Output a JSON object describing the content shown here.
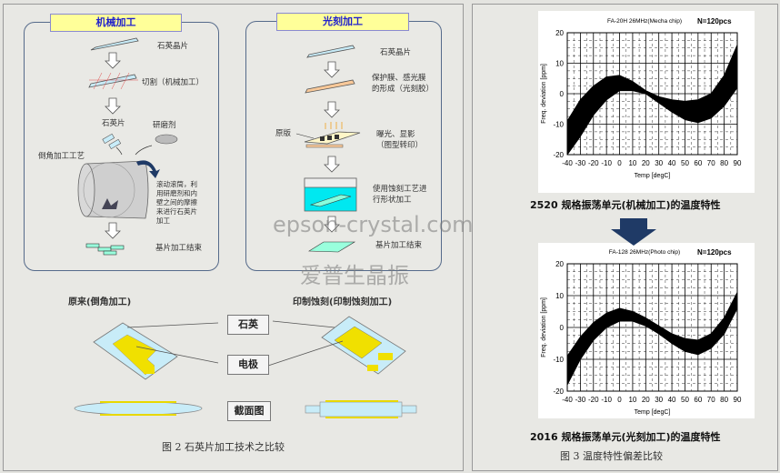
{
  "figure2": {
    "mechanical": {
      "title": "机械加工",
      "steps": [
        "石英晶片",
        "切割（机械加工）",
        "石英片",
        "研磨剂",
        "倒角加工工艺",
        "滚动滚筒，利用研磨剂和内壁之间的摩擦来进行石英片加工",
        "基片加工结束"
      ]
    },
    "photo": {
      "title": "光刻加工",
      "steps": [
        "石英晶片",
        "保护膜、感光膜的形成（光刻胶）",
        "原版",
        "曝光、显影（图型转印）",
        "使用蚀刻工艺进行形状加工",
        "基片加工结束"
      ]
    },
    "compare": {
      "left_title": "原来(倒角加工)",
      "right_title": "印制蚀刻(印制蚀刻加工)",
      "labels": [
        "石英",
        "电极",
        "截面图"
      ]
    },
    "caption": "图 2  石英片加工技术之比较"
  },
  "watermark": {
    "line1": "epson-crystal.com",
    "line2": "爱普生晶振"
  },
  "colors": {
    "quartz": "#c8ecf8",
    "electrode": "#f0e000",
    "photoresist": "#f8c898",
    "etch_bath": "#00e8f0",
    "title_bg": "#ffff99",
    "arrow_blue": "#1f3a66"
  },
  "chart_data": [
    {
      "type": "area",
      "title": "FA-20H 26MHz(Mecha chip)",
      "annotation": "N=120pcs",
      "xlabel": "Temp [degC]",
      "ylabel": "Freq. deviation [ppm]",
      "xlim": [
        -40,
        90
      ],
      "ylim": [
        -20,
        20
      ],
      "xticks": [
        -40,
        -30,
        -20,
        -10,
        0,
        10,
        20,
        30,
        40,
        50,
        60,
        70,
        80,
        90
      ],
      "yticks": [
        20,
        10,
        0,
        -10,
        -20
      ],
      "grid": true,
      "x": [
        -40,
        -30,
        -20,
        -10,
        0,
        10,
        20,
        30,
        40,
        50,
        60,
        70,
        80,
        90
      ],
      "band_upper": [
        -9,
        -2,
        2.5,
        5.5,
        6,
        4,
        1,
        -1,
        -2,
        -2.5,
        -2,
        0,
        6,
        16
      ],
      "band_lower": [
        -20,
        -14,
        -7,
        -2,
        1,
        1,
        0,
        -3,
        -6,
        -8.5,
        -9.5,
        -8,
        -4,
        2
      ],
      "caption": "2520 规格振荡单元(机械加工)的温度特性"
    },
    {
      "type": "area",
      "title": "FA-128 26MHz(Photo chip)",
      "annotation": "N=120pcs",
      "xlabel": "Temp [degC]",
      "ylabel": "Freq. deviation [ppm]",
      "xlim": [
        -40,
        90
      ],
      "ylim": [
        -20,
        20
      ],
      "xticks": [
        -40,
        -30,
        -20,
        -10,
        0,
        10,
        20,
        30,
        40,
        50,
        60,
        70,
        80,
        90
      ],
      "yticks": [
        20,
        10,
        0,
        -10,
        -20
      ],
      "grid": true,
      "x": [
        -40,
        -30,
        -20,
        -10,
        0,
        10,
        20,
        30,
        40,
        50,
        60,
        70,
        80,
        90
      ],
      "band_upper": [
        -9,
        -3,
        1.5,
        4.5,
        6,
        5,
        3,
        0.5,
        -2,
        -3.5,
        -4,
        -2,
        3,
        11
      ],
      "band_lower": [
        -18,
        -10,
        -4,
        0,
        2,
        2,
        0.5,
        -2,
        -5,
        -7.5,
        -8.5,
        -6.5,
        -2,
        6
      ],
      "caption": "2016 规格振荡单元(光刻加工)的温度特性"
    }
  ],
  "figure3": {
    "caption": "图 3   温度特性偏差比较"
  }
}
